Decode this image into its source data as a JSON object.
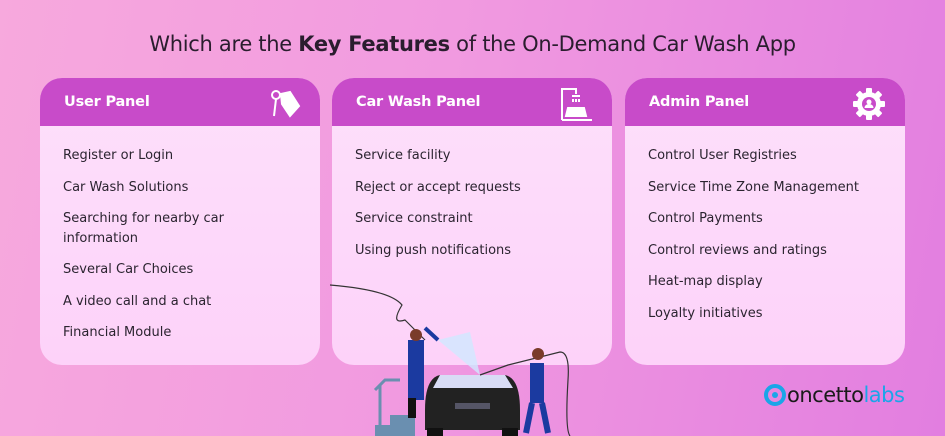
{
  "title": {
    "pre": "Which are the ",
    "bold": "Key Features",
    "post": " of the On-Demand Car Wash App"
  },
  "panels": [
    {
      "name": "User Panel",
      "icon": "key-tag-icon",
      "items": [
        "Register or Login",
        "Car Wash Solutions",
        "Searching for nearby car information",
        "Several Car Choices",
        "A video call and a chat",
        "Financial Module"
      ]
    },
    {
      "name": "Car Wash Panel",
      "icon": "car-wash-icon",
      "items": [
        "Service facility",
        "Reject or accept requests",
        "Service constraint",
        "Using push notifications"
      ]
    },
    {
      "name": "Admin Panel",
      "icon": "admin-gear-icon",
      "items": [
        "Control User Registries",
        "Service Time Zone Management",
        "Control Payments",
        "Control reviews and ratings",
        "Heat-map display",
        "Loyalty initiatives"
      ]
    }
  ],
  "logo": {
    "a": "oncetto",
    "b": "labs"
  },
  "colors": {
    "header": "#c84bc9",
    "logo": "#1aa5e8"
  }
}
